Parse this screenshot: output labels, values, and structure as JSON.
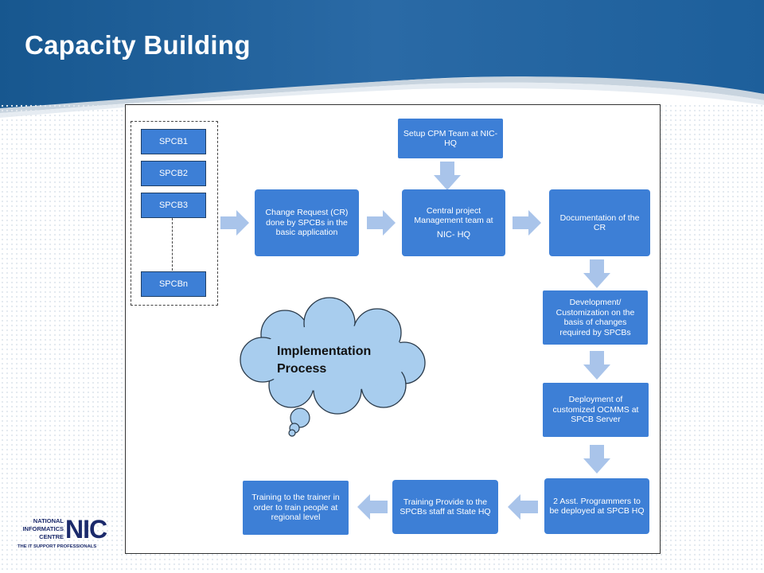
{
  "slide": {
    "title": "Capacity Building"
  },
  "diagram": {
    "spcb_list": [
      "SPCB1",
      "SPCB2",
      "SPCB3",
      "SPCBn"
    ],
    "nodes": {
      "change_request": "Change Request (CR) done by SPCBs in the basic application",
      "setup_cpm": "Setup CPM Team at NIC- HQ",
      "central_team_line1": "Central project Management team at",
      "central_team_line2": "NIC- HQ",
      "documentation": "Documentation of the CR",
      "development": "Development/ Customization on the basis of changes required by SPCBs",
      "deployment": "Deployment of customized OCMMS at SPCB Server",
      "programmers": "2 Asst. Programmers to be deployed at SPCB HQ",
      "training_state": "Training Provide to the SPCBs staff at State HQ",
      "training_trainer": "Training to the trainer in order to train people at regional level"
    },
    "cloud": {
      "line1": "Implementation",
      "line2": "Process"
    }
  },
  "logo": {
    "line1": "NATIONAL",
    "line2": "INFORMATICS",
    "line3": "CENTRE",
    "mark": "NIC",
    "tagline": "THE IT SUPPORT PROFESSIONALS"
  },
  "colors": {
    "header_blue": "#1f5f99",
    "node_blue": "#3d7fd6",
    "arrow_blue": "#a9c4ea",
    "cloud_fill": "#a8cdee"
  }
}
